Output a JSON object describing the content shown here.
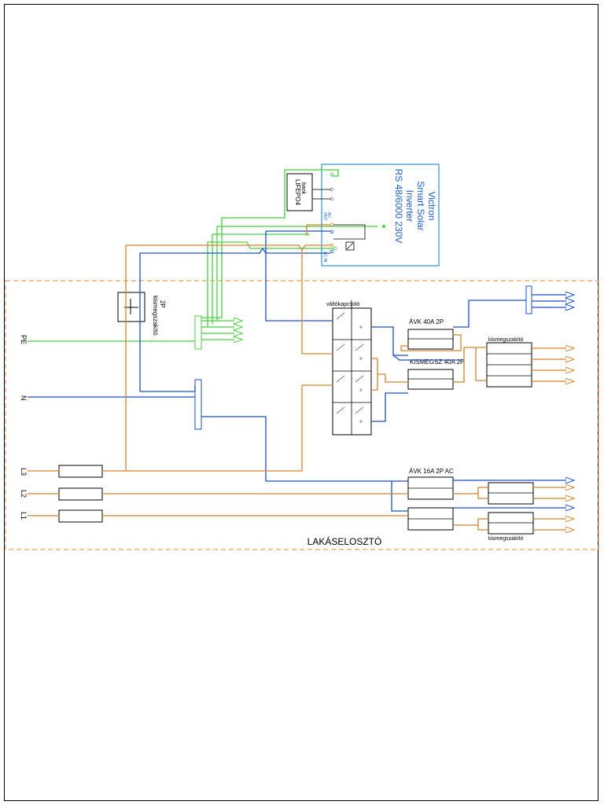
{
  "inverter": {
    "title_lines": [
      "Victron",
      "Smart Solar",
      "Inverter",
      "RS 48/6000 230V"
    ],
    "ac_out_lines": [
      "AC",
      "OUT"
    ],
    "ac_in_label": "AC IN"
  },
  "battery": {
    "lines": [
      "LIFEPO4",
      "bank"
    ]
  },
  "main_breaker": {
    "lines": [
      "2P",
      "kismegszakító"
    ]
  },
  "panel": {
    "label": "LAKÁSELOSZTÓ"
  },
  "terminals": {
    "pe": "PE",
    "n": "N",
    "l3": "L3",
    "l2": "L2",
    "l1": "L1"
  },
  "transfer_switch": {
    "label": "váltókapcsoló"
  },
  "rcd_top": {
    "label": "ÁVK 40A 2P"
  },
  "mcb_top": {
    "label": "KISMEGSZ 40A 2P"
  },
  "breakers_top": {
    "label": "kismegszakító"
  },
  "rcd_bottom": {
    "label": "ÁVK 16A 2P AC"
  },
  "breakers_bottom": {
    "label": "kismegszakító"
  },
  "colors": {
    "phase": "#d9822b",
    "neutral": "#1a4fd0",
    "earth": "#44d23c",
    "inverter_box": "#3a9bd8",
    "panel_border": "#f0a050",
    "text_blue": "#1a5fd0"
  }
}
